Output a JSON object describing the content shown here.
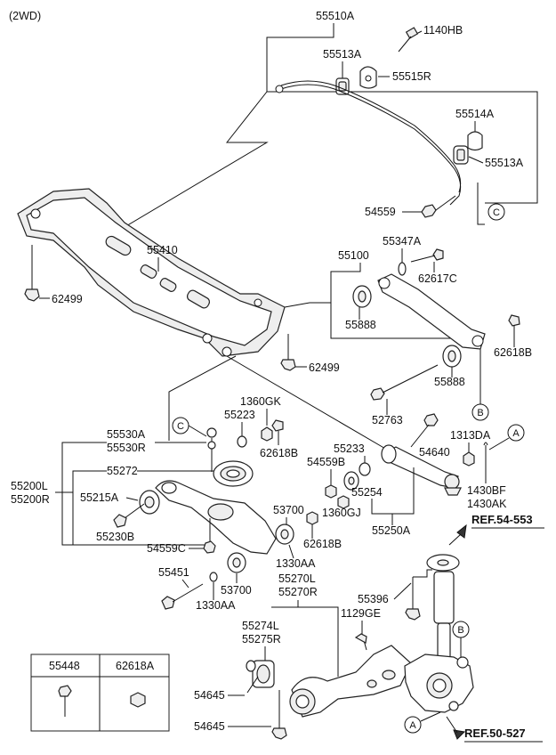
{
  "variant": "(2WD)",
  "labels": {
    "stabilizer_assy": "55510A",
    "bolt_1140HB": "1140HB",
    "bushing_55513A_top": "55513A",
    "bracket_55515R": "55515R",
    "bracket_55514A": "55514A",
    "bushing_55513A_right": "55513A",
    "nut_54559": "54559",
    "crossmember": "55410",
    "bolt_62499_left": "62499",
    "bolt_62499_mid": "62499",
    "arm_assy_55100": "55100",
    "washer_55347A": "55347A",
    "bolt_62617C": "62617C",
    "bushing_55888_top": "55888",
    "bolt_62618B_right": "62618B",
    "bushing_55888_bottom": "55888",
    "bolt_52763": "52763",
    "nut_1360GK": "1360GK",
    "washer_55223": "55223",
    "bolt_62618B_mid": "62618B",
    "link_55530A": "55530A",
    "link_55530R": "55530R",
    "spring_pad_55272": "55272",
    "arm_55200L": "55200L",
    "arm_55200R": "55200R",
    "bushing_55215A": "55215A",
    "bolt_55230B": "55230B",
    "nut_54559C": "54559C",
    "washer_55233": "55233",
    "nut_54559B": "54559B",
    "bushing_55254": "55254",
    "nut_1360GJ": "1360GJ",
    "arm_55250A": "55250A",
    "bolt_54640": "54640",
    "nut_1313DA": "1313DA",
    "pin_1430BF": "1430BF",
    "pin_1430AK": "1430AK",
    "bushing_53700_top": "53700",
    "bolt_62618B_low": "62618B",
    "nut_1330AA_a": "1330AA",
    "bolt_55451": "55451",
    "bushing_53700_bottom": "53700",
    "nut_1330AA_b": "1330AA",
    "ref_strut": "REF.54-553",
    "bolt_55396": "55396",
    "arm_55270L": "55270L",
    "arm_55270R": "55270R",
    "bolt_1129GE": "1129GE",
    "bushing_55274L": "55274L",
    "bushing_55275R": "55275R",
    "bolt_54645_a": "54645",
    "bolt_54645_b": "54645",
    "ref_knuckle": "REF.50-527"
  },
  "callouts": {
    "c_stabilizer": "C",
    "c_link": "C",
    "b_arm": "B",
    "b_knuckle": "B",
    "a_pin": "A",
    "a_knuckle": "A"
  },
  "table": {
    "headers": [
      "55448",
      "62618A"
    ]
  }
}
